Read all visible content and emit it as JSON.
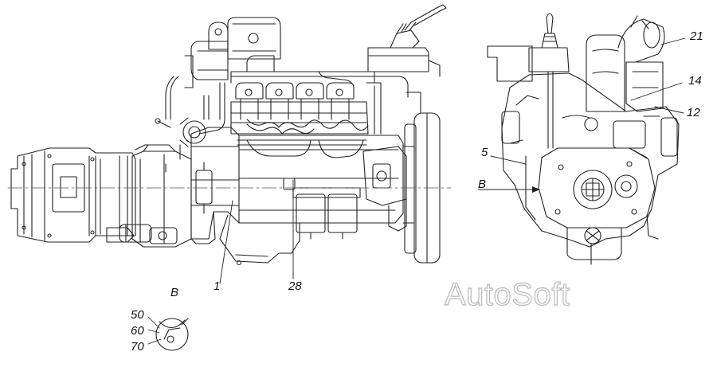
{
  "callouts": {
    "c1": "1",
    "c28": "28",
    "c5": "5",
    "c12": "12",
    "c14": "14",
    "c21": "21",
    "view_b_right": "B",
    "view_b_detail": "B",
    "c50": "50",
    "c60": "60",
    "c70": "70"
  },
  "watermark": {
    "text": "AutoSoft"
  }
}
